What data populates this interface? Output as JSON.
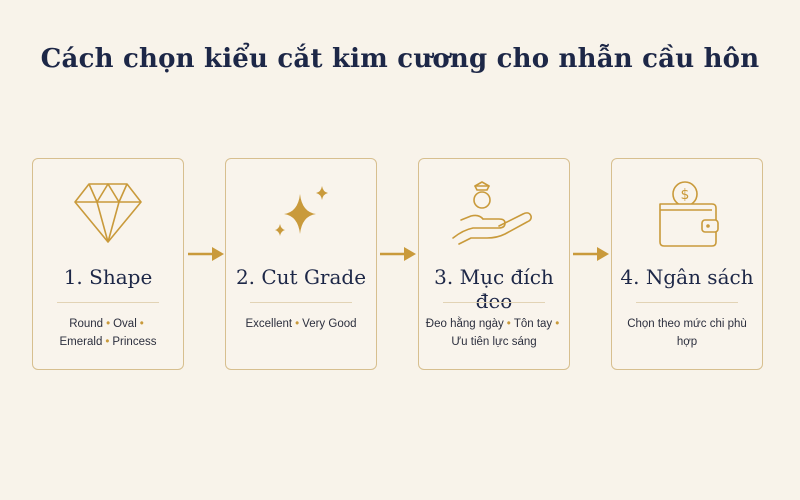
{
  "title": "Cách chọn kiểu cắt kim cương cho nhẫn cầu hôn",
  "colors": {
    "accent": "#c99a3b",
    "navy": "#1d2747",
    "border": "#d7bf8f",
    "background": "#f8f3ea"
  },
  "separator": "•",
  "cards": [
    {
      "icon": "diamond-icon",
      "heading": "1. Shape",
      "lines": [
        [
          "Round",
          "Oval",
          ""
        ],
        [
          "Emerald",
          "Princess"
        ]
      ]
    },
    {
      "icon": "sparkle-icon",
      "heading": "2. Cut Grade",
      "lines": [
        [
          "Excellent",
          "Very Good"
        ]
      ]
    },
    {
      "icon": "hand-ring-icon",
      "heading": "3. Mục đích đeo",
      "lines": [
        [
          "Đeo hằng ngày",
          "Tôn tay",
          ""
        ],
        [
          "Ưu tiên lực sáng"
        ]
      ]
    },
    {
      "icon": "wallet-icon",
      "heading": "4. Ngân sách",
      "lines": [
        [
          "Chọn theo mức chi phù hợp"
        ]
      ]
    }
  ]
}
